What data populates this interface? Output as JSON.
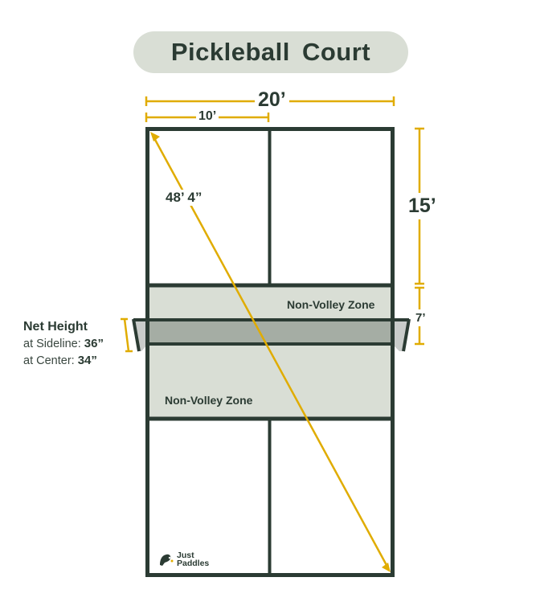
{
  "title": "Pickleball  Court",
  "dimensions": {
    "width_total": "20’",
    "width_half": "10’",
    "service_length": "15’",
    "kitchen_length": "7’",
    "diagonal": "48’ 4”"
  },
  "zones": {
    "top": "Non-Volley Zone",
    "bottom": "Non-Volley Zone"
  },
  "net": {
    "title": "Net Height",
    "sideline_label": "at Sideline: ",
    "sideline_value": "36”",
    "center_label": "at Center: ",
    "center_value": "34”"
  },
  "brand": {
    "line1": "Just",
    "line2": "Paddles",
    "icon": "pickleball-player-logo-icon"
  },
  "colors": {
    "court_line": "#2b3b33",
    "kitchen_fill": "#d9ded5",
    "net_fill": "#a5ada4",
    "net_post_fill": "#c9ccca",
    "dimension_line": "#e0ac00",
    "title_pill": "#d9ded5"
  }
}
